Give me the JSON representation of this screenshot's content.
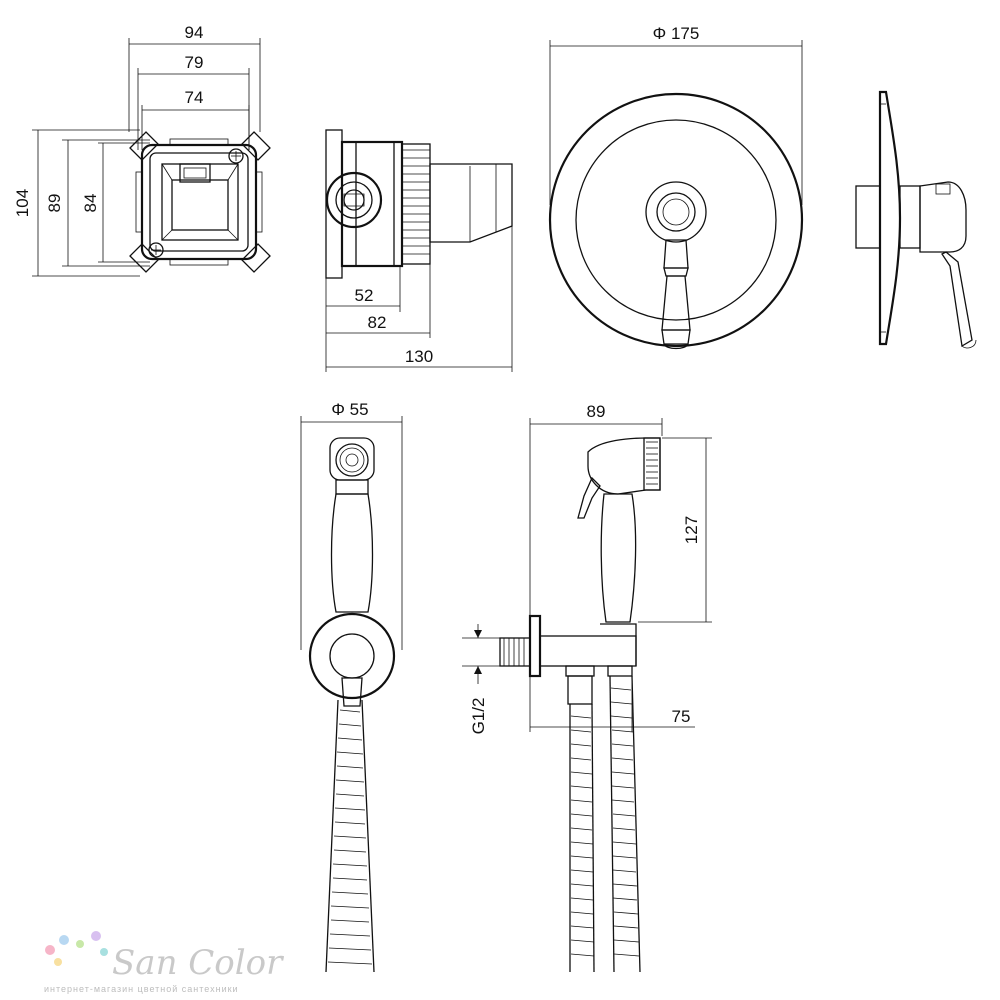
{
  "dimensions": {
    "box_width_outer": "94",
    "box_width_mid": "79",
    "box_width_inner": "74",
    "box_height_outer": "104",
    "box_height_mid": "89",
    "box_height_inner": "84",
    "body_depth_52": "52",
    "body_depth_82": "82",
    "body_depth_130": "130",
    "plate_diameter": "Φ 175",
    "holder_diameter": "Φ 55",
    "spray_length": "89",
    "spray_height": "127",
    "holder_offset": "75",
    "thread": "G1/2"
  },
  "watermark": {
    "brand": "San Color",
    "tagline": "интернет-магазин цветной сантехники",
    "dot_colors": [
      "#f6b5c8",
      "#b8d8f2",
      "#c8e8a8",
      "#f8e0a0",
      "#d8c0f0",
      "#a8e0e0"
    ]
  }
}
